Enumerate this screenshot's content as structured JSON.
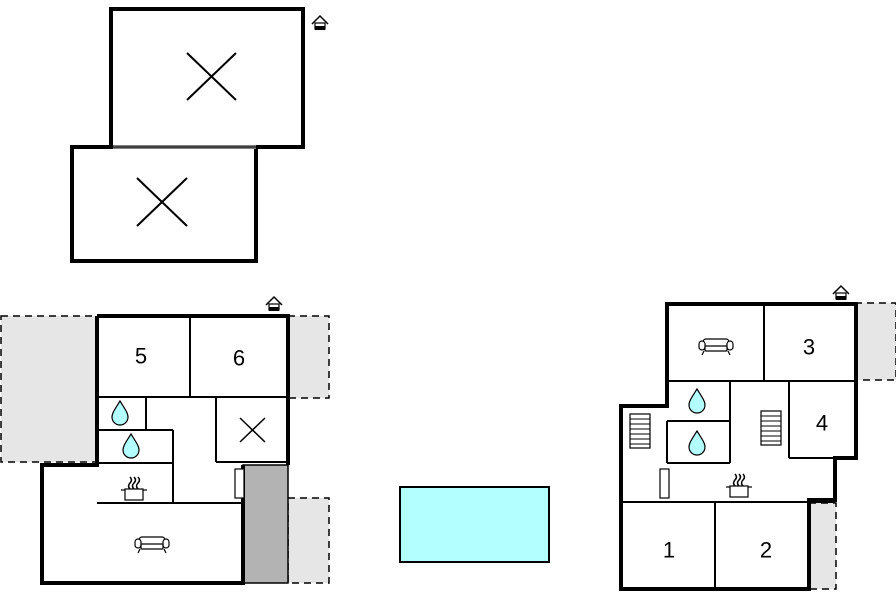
{
  "rooms": {
    "r1": "1",
    "r2": "2",
    "r3": "3",
    "r4": "4",
    "r5": "5",
    "r6": "6"
  },
  "icons": {
    "entrance": "house-arrow-icon",
    "bathroom": "water-drop-icon",
    "kitchen": "cooking-pot-icon",
    "living": "sofa-icon",
    "stairs": "stairs-icon",
    "void": "cross-icon",
    "door": "door-icon"
  },
  "colors": {
    "pool": "#b3ffff",
    "terrace": "#e6e6e6",
    "covered_terrace": "#b3b3b3"
  }
}
